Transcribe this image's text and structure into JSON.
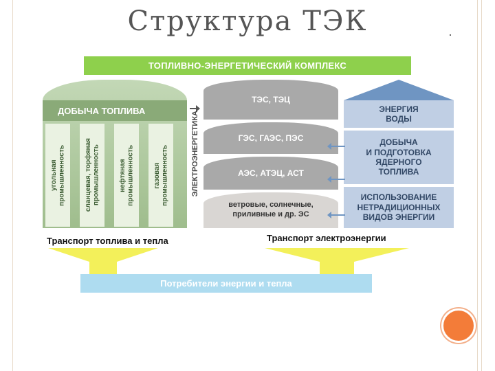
{
  "slide": {
    "title": "Структура ТЭК"
  },
  "diagram": {
    "header": "ТОПЛИВНО-ЭНЕРГЕТИЧЕСКИЙ КОМПЛЕКС",
    "fuel_block": {
      "title": "ДОБЫЧА ТОПЛИВА",
      "columns": [
        "угольная\nпромышленность",
        "сланцевая, торфяная\nпромышленность",
        "нефтяная\nпромышленность",
        "газовая\nпромышленность"
      ]
    },
    "electric_label": "ЭЛЕКТРОЭНЕРГЕТИКА",
    "generation": [
      "ТЭС, ТЭЦ",
      "ГЭС, ГАЭС, ПЭС",
      "АЭС, АТЭЦ, АСТ",
      "ветровые, солнечные,\nприливные и др. ЭС"
    ],
    "energy_sources": [
      "ЭНЕРГИЯ\nВОДЫ",
      "ДОБЫЧА\nИ ПОДГОТОВКА\nЯДЕРНОГО\nТОПЛИВА",
      "ИСПОЛЬЗОВАНИЕ\nНЕТРАДИЦИОННЫХ\nВИДОВ ЭНЕРГИИ"
    ],
    "transport_fuel": "Транспорт топлива и тепла",
    "transport_electric": "Транспорт электроэнергии",
    "consumers": "Потребители энергии и тепла"
  },
  "colors": {
    "header_green": "#8ed04c",
    "fuel_green": "#8aaa78",
    "generation_gray": "#a9a9a9",
    "energy_blue": "#6f95c2",
    "transport_yellow": "#f3f05a",
    "consumer_blue": "#aedcf0",
    "accent_orange": "#f37c39"
  }
}
